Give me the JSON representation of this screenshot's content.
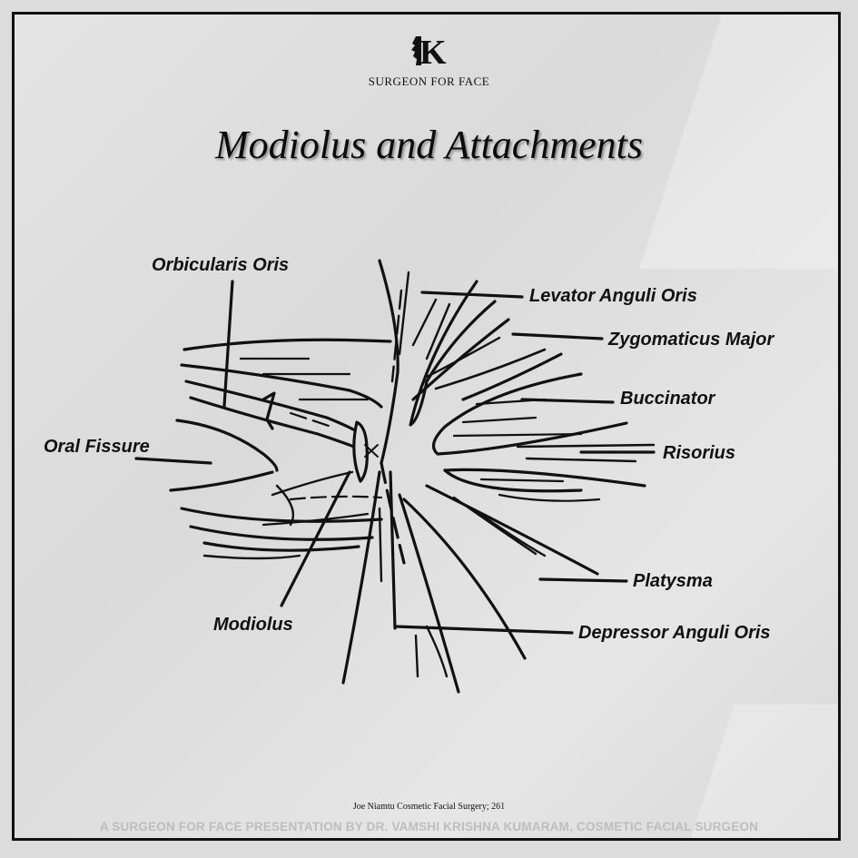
{
  "brand": {
    "logo_letter": "K",
    "tagline": "SURGEON FOR FACE"
  },
  "title": "Modiolus and Attachments",
  "labels": {
    "orbicularis_oris": "Orbicularis Oris",
    "oral_fissure": "Oral Fissure",
    "modiolus": "Modiolus",
    "levator_anguli_oris": "Levator Anguli Oris",
    "zygomaticus_major": "Zygomaticus Major",
    "buccinator": "Buccinator",
    "risorius": "Risorius",
    "platysma": "Platysma",
    "depressor_anguli_oris": "Depressor Anguli Oris"
  },
  "citation": "Joe Niamtu Cosmetic  Facial Surgery; 261",
  "footer": "A SURGEON FOR FACE PRESENTATION BY DR. VAMSHI KRISHNA KUMARAM, COSMETIC FACIAL SURGEON"
}
